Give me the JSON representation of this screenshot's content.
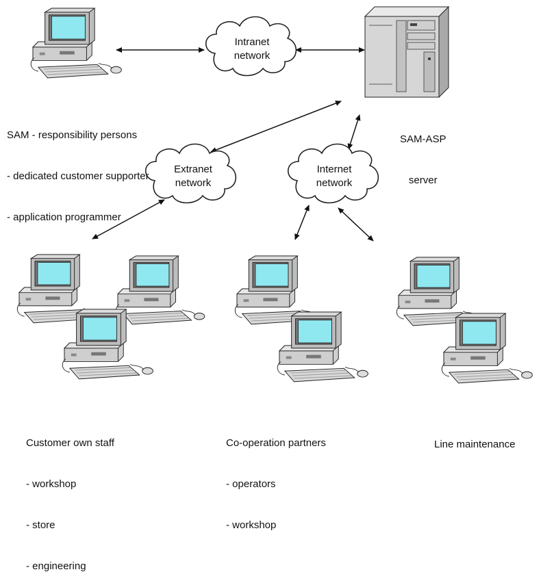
{
  "clouds": {
    "intranet": {
      "line1": "Intranet",
      "line2": "network"
    },
    "extranet": {
      "line1": "Extranet",
      "line2": "network"
    },
    "internet": {
      "line1": "Internet",
      "line2": "network"
    }
  },
  "server": {
    "line1": "SAM-ASP",
    "line2": "server"
  },
  "sam_group": {
    "title": "SAM - responsibility persons",
    "items": [
      "- dedicated customer supporter",
      "- application programmer"
    ]
  },
  "customer_group": {
    "title": "Customer own staff",
    "items": [
      "- workshop",
      "- store",
      "- engineering"
    ]
  },
  "partners_group": {
    "title": "Co-operation partners",
    "items": [
      "- operators",
      "- workshop"
    ]
  },
  "maintenance_group": {
    "title": "Line maintenance"
  },
  "colors": {
    "screen": "#8fe8f0",
    "case": "#c8c8c8",
    "outline": "#202020"
  }
}
